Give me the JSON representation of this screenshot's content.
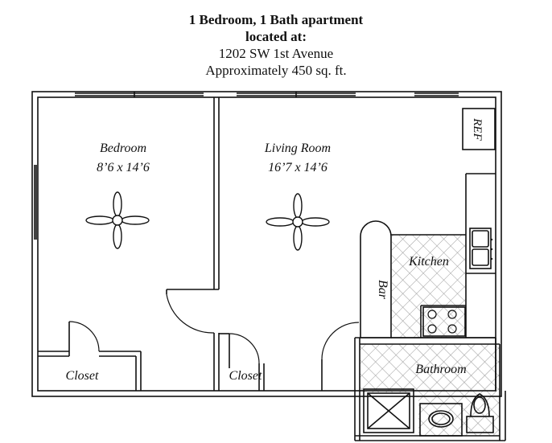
{
  "header": {
    "title_line1": "1 Bedroom, 1 Bath apartment",
    "title_line2": "located at:",
    "address": "1202 SW 1st Avenue",
    "area": "Approximately 450 sq. ft."
  },
  "rooms": {
    "bedroom": {
      "name": "Bedroom",
      "size": "8’6 x 14’6"
    },
    "living": {
      "name": "Living Room",
      "size": "16’7 x 14’6"
    },
    "kitchen": "Kitchen",
    "bar": "Bar",
    "bathroom": "Bathroom",
    "closet1": "Closet",
    "closet2": "Closet",
    "ref": "REF"
  },
  "colors": {
    "wall": "#111111",
    "tile": "#9a9a9a"
  }
}
